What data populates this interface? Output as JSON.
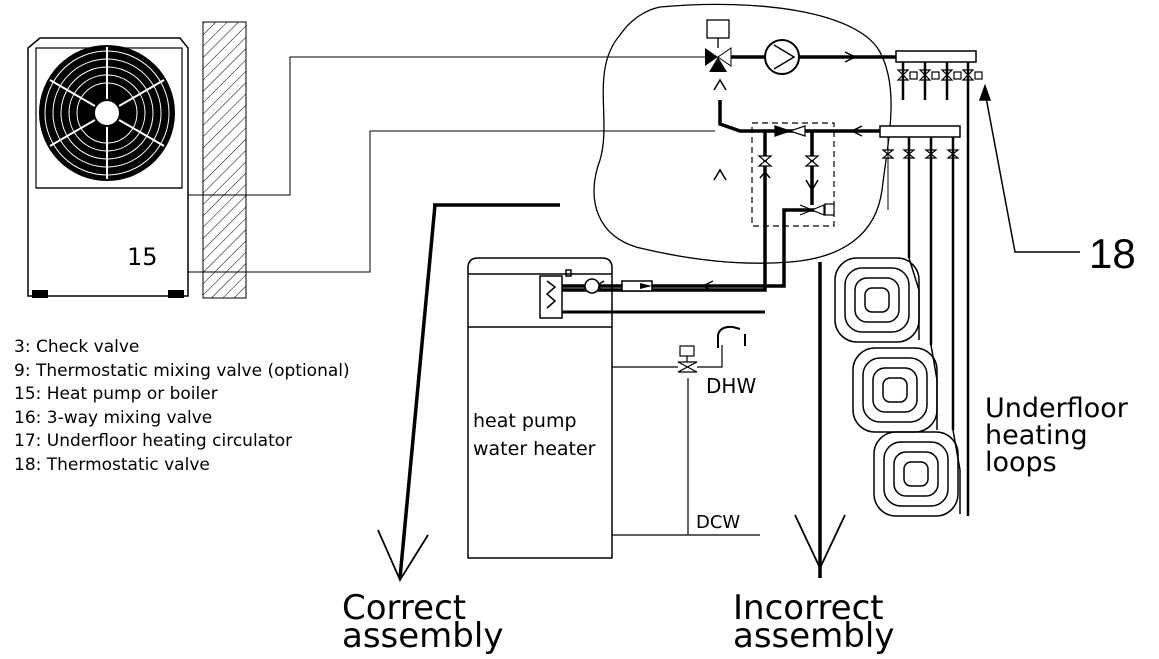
{
  "legend": [
    "3: Check valve",
    "9: Thermostatic mixing valve (optional)",
    "15: Heat pump or boiler",
    "16: 3-way mixing valve",
    "17: Underfloor heating circulator",
    "18: Thermostatic valve"
  ],
  "labels": {
    "unit_number": "15",
    "thermostatic_callout": "18",
    "water_heater_line1": "heat pump",
    "water_heater_line2": "water heater",
    "dhw": "DHW",
    "dcw": "DCW",
    "underfloor_line1": "Underfloor",
    "underfloor_line2": "heating",
    "underfloor_line3": "loops",
    "correct_line1": "Correct",
    "correct_line2": "assembly",
    "incorrect_line1": "Incorrect",
    "incorrect_line2": "assembly"
  }
}
